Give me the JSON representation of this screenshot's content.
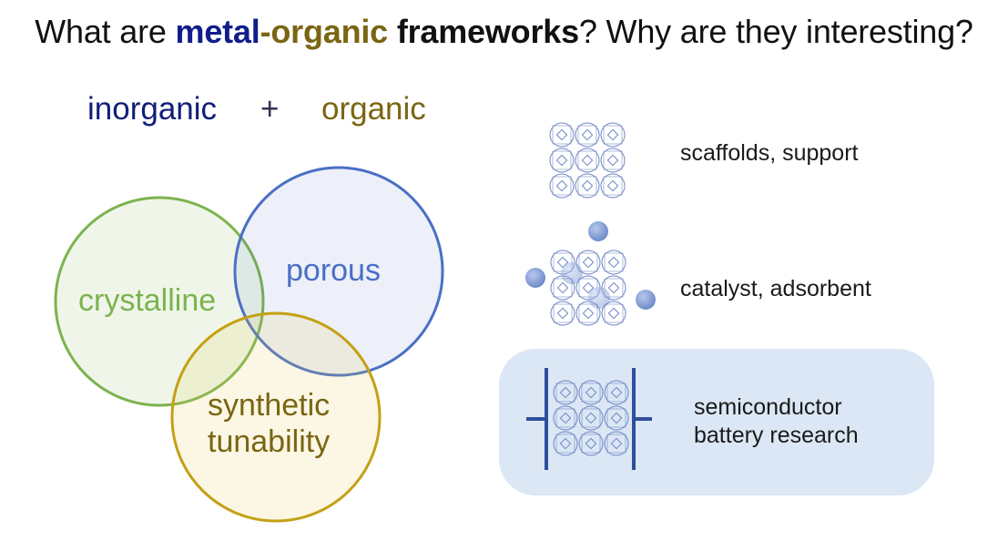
{
  "title": {
    "part1": "What are ",
    "metal": "metal",
    "dash": "-",
    "organic": "organic",
    "space": " ",
    "frameworks": "frameworks",
    "part2": "? Why are they interesting?"
  },
  "formula": {
    "inorganic": "inorganic",
    "plus": "+",
    "organic": "organic"
  },
  "venn": {
    "crystalline": "crystalline",
    "porous": "porous",
    "synthetic_line1": "synthetic",
    "synthetic_line2": "tunability",
    "colors": {
      "crystalline": "#7cb34e",
      "porous": "#4a6fc4",
      "synthetic": "#c4a015"
    }
  },
  "applications": [
    {
      "icon": "mof-framework-icon",
      "lines": [
        "scaffolds, support"
      ]
    },
    {
      "icon": "mof-framework-with-molecules-icon",
      "lines": [
        "catalyst, adsorbent"
      ]
    },
    {
      "icon": "mof-framework-electrode-icon",
      "lines": [
        "semiconductor",
        "battery research"
      ],
      "highlight": "#dbe7f4"
    }
  ]
}
